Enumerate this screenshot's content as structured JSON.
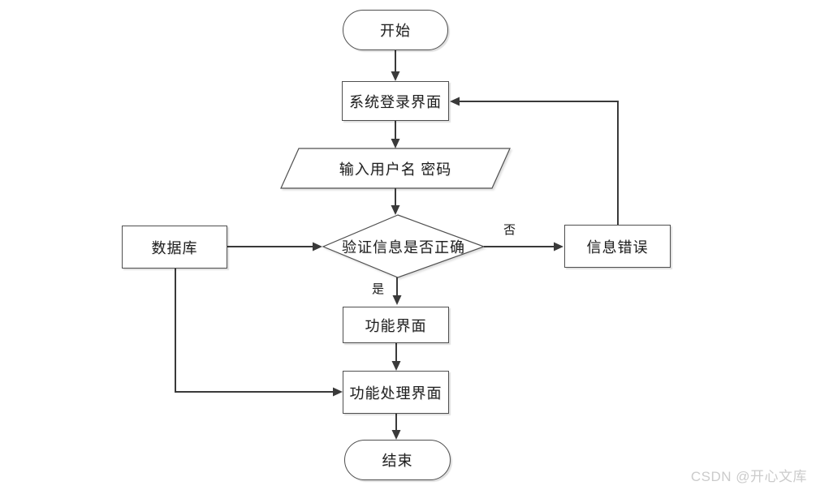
{
  "diagram": {
    "title": "login-flowchart",
    "nodes": {
      "start": {
        "label": "开始",
        "shape": "stadium"
      },
      "login": {
        "label": "系统登录界面",
        "shape": "rect"
      },
      "input": {
        "label": "输入用户名 密码",
        "shape": "parallelogram"
      },
      "verify": {
        "label": "验证信息是否正确",
        "shape": "diamond"
      },
      "database": {
        "label": "数据库",
        "shape": "rect"
      },
      "error": {
        "label": "信息错误",
        "shape": "rect"
      },
      "function_ui": {
        "label": "功能界面",
        "shape": "rect"
      },
      "process_ui": {
        "label": "功能处理界面",
        "shape": "rect"
      },
      "end": {
        "label": "结束",
        "shape": "stadium"
      }
    },
    "edge_labels": {
      "yes": "是",
      "no": "否"
    },
    "colors": {
      "background": "#ffffff",
      "node_fill": "#ffffff",
      "node_border": "#4f4f4f",
      "line": "#3a3a3a",
      "text": "#1f1f1f",
      "watermark": "#cbcbcb"
    }
  },
  "watermark": {
    "text": "CSDN @开心文库"
  }
}
